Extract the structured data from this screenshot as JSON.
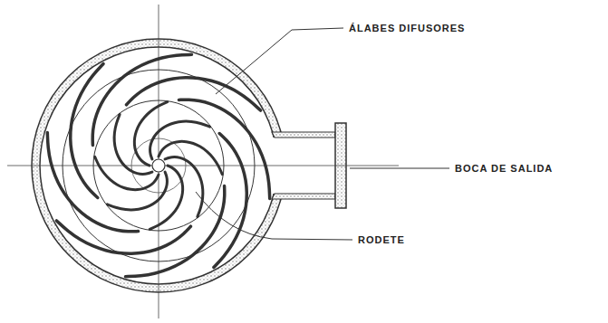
{
  "diagram": {
    "labels": [
      "ÁLABES DIFUSORES",
      "BOCA DE SALIDA",
      "RODETE"
    ]
  }
}
